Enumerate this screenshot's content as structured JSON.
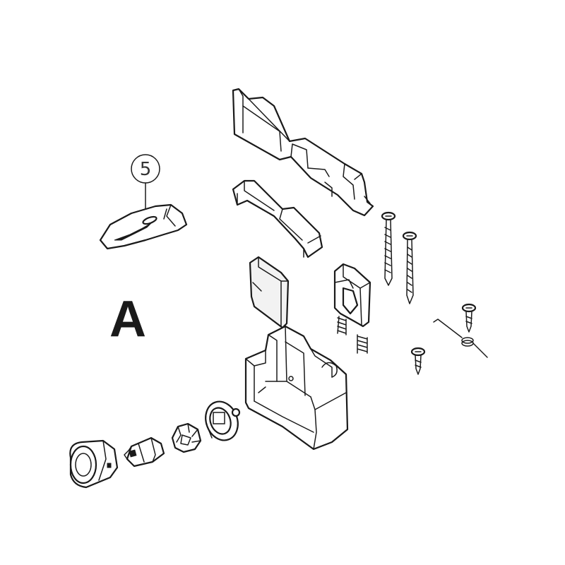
{
  "diagram": {
    "assembly_label": "A",
    "callouts": [
      {
        "number": "5",
        "part": "lever-handle"
      }
    ],
    "parts": [
      "top-cover",
      "slide-insert",
      "latch-plate",
      "spring-holder",
      "spring-left",
      "spring-right",
      "housing-base",
      "long-screw-1",
      "long-screw-2",
      "short-screw-1",
      "short-screw-2",
      "torsion-spring",
      "cylinder-bezel",
      "cylinder-core",
      "cam",
      "washer-disk",
      "lever-handle"
    ],
    "colors": {
      "line": "#1a1a1a",
      "background": "#ffffff"
    }
  }
}
